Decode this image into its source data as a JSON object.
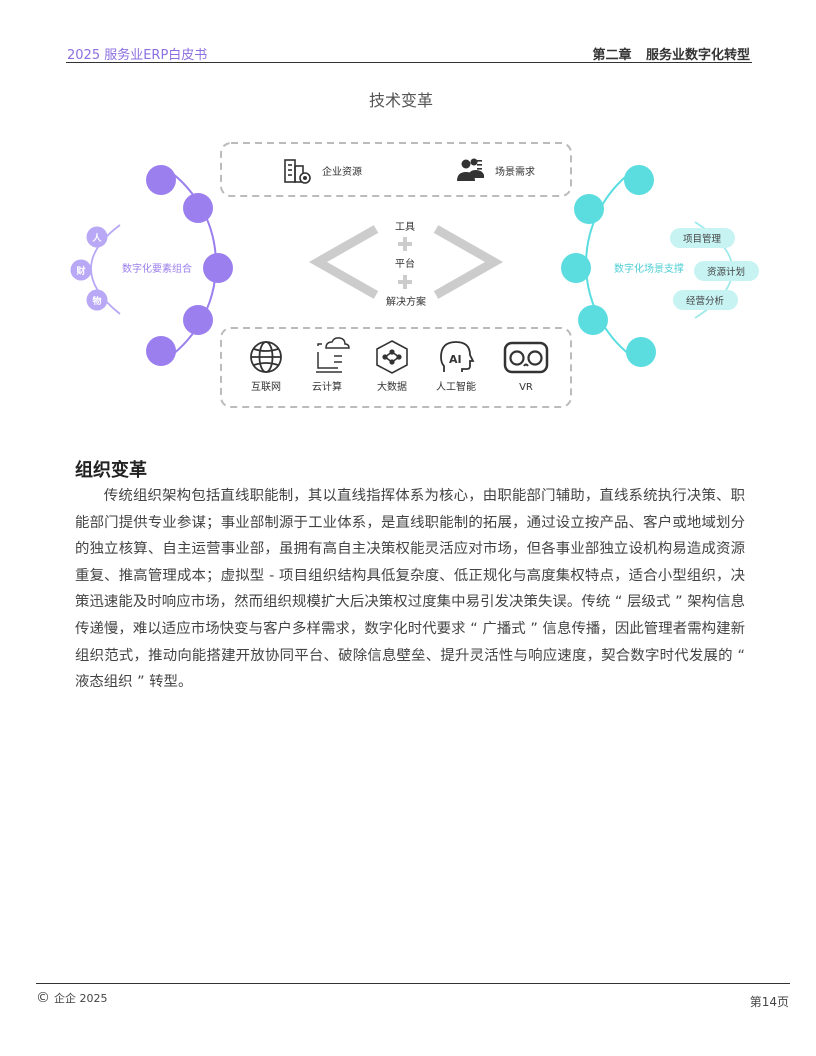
{
  "header": {
    "doc_title": "2025 服务业ERP白皮书",
    "chapter": "第二章 服务业数字化转型"
  },
  "diagram": {
    "title": "技术变革",
    "top_box": {
      "items": [
        {
          "label": "企业资源",
          "icon": "enterprise-resource-icon"
        },
        {
          "label": "场景需求",
          "icon": "scenario-demand-icon"
        }
      ]
    },
    "center": {
      "line1": "工具",
      "line2": "平台",
      "line3": "解决方案"
    },
    "bottom_box": {
      "items": [
        {
          "label": "互联网",
          "icon": "globe-icon"
        },
        {
          "label": "云计算",
          "icon": "cloud-computing-icon"
        },
        {
          "label": "大数据",
          "icon": "big-data-icon"
        },
        {
          "label": "人工智能",
          "icon": "ai-icon"
        },
        {
          "label": "VR",
          "icon": "vr-headset-icon"
        }
      ]
    },
    "left_arc": {
      "label": "数字化要素组合",
      "elements": [
        "人",
        "财",
        "物"
      ]
    },
    "right_arc": {
      "label": "数字化场景支撑",
      "pills": [
        "项目管理",
        "资源计划",
        "经营分析"
      ]
    },
    "colors": {
      "purple": "#9b7fee",
      "cyan": "#5bdde0",
      "gray": "#cccccc",
      "dash": "#bbbbbb"
    }
  },
  "section": {
    "heading": "组织变革",
    "paragraph": "传统组织架构包括直线职能制，其以直线指挥体系为核心，由职能部门辅助，直线系统执行决策、职能部门提供专业参谋；事业部制源于工业体系，是直线职能制的拓展，通过设立按产品、客户或地域划分的独立核算、自主运营事业部，虽拥有高自主决策权能灵活应对市场，但各事业部独立设机构易造成资源重复、推高管理成本；虚拟型 - 项目组织结构具低复杂度、低正规化与高度集权特点，适合小型组织，决策迅速能及时响应市场，然而组织规模扩大后决策权过度集中易引发决策失误。传统 “ 层级式 ” 架构信息传递慢，难以适应市场快变与客户多样需求，数字化时代要求 “ 广播式 ” 信息传播，因此管理者需构建新组织范式，推动向能搭建开放协同平台、破除信息壁垒、提升灵活性与响应速度，契合数字时代发展的 “ 液态组织 ” 转型。"
  },
  "footer": {
    "copyright": "企企 2025",
    "page": "第14页"
  }
}
